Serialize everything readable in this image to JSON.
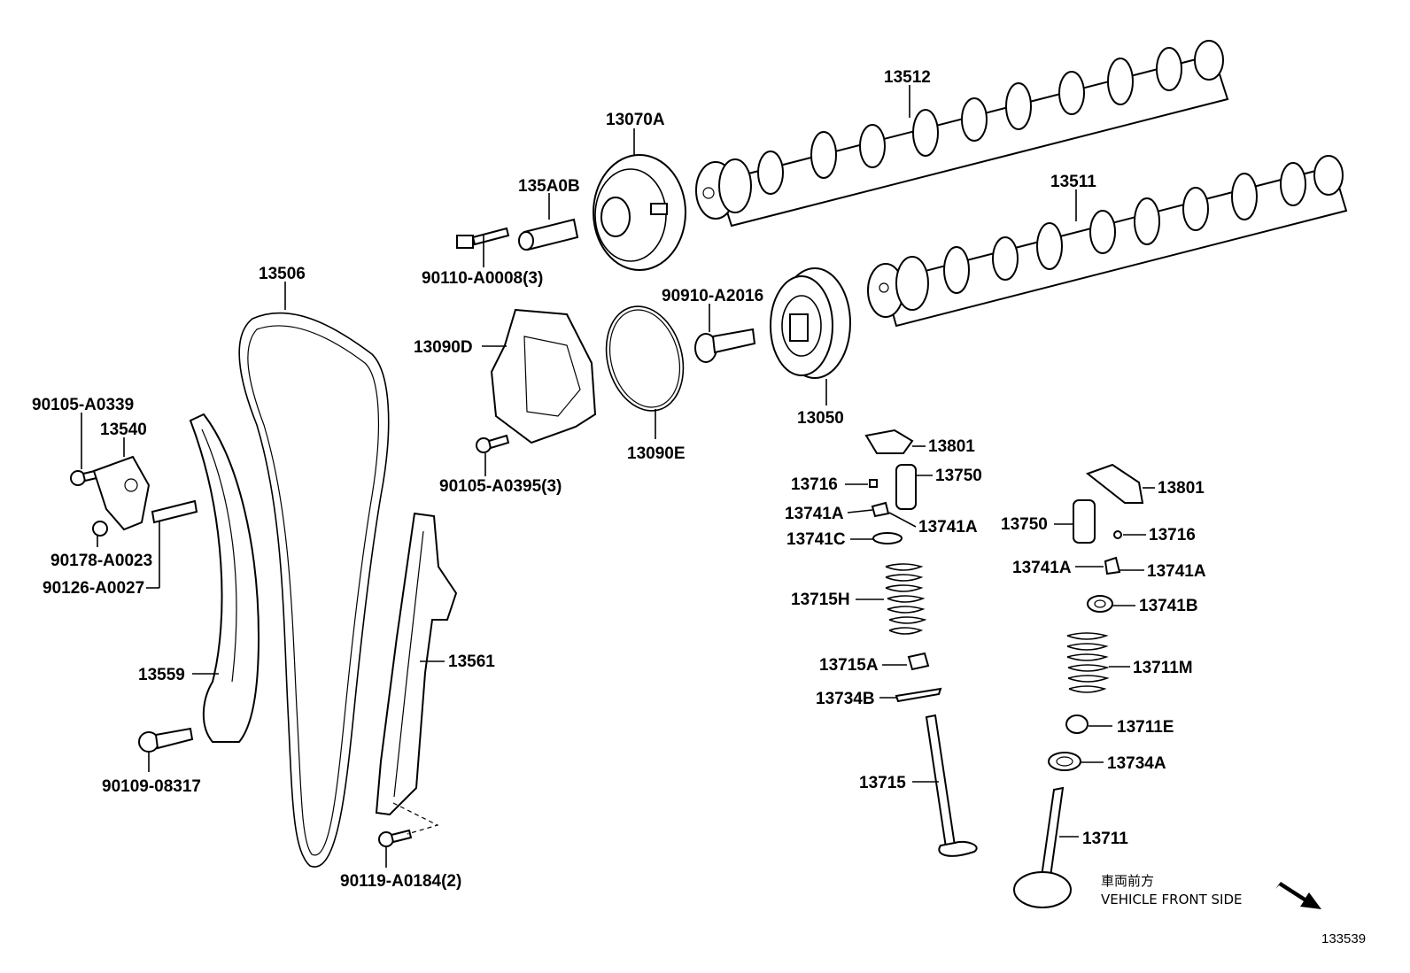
{
  "labels": {
    "l_13512": "13512",
    "l_13511": "13511",
    "l_13070A": "13070A",
    "l_135A0B": "135A0B",
    "l_90110": "90110-A0008(3)",
    "l_13506": "13506",
    "l_90910": "90910-A2016",
    "l_13090D": "13090D",
    "l_13050": "13050",
    "l_13090E": "13090E",
    "l_90105a": "90105-A0339",
    "l_13540": "13540",
    "l_90105b": "90105-A0395(3)",
    "l_13801a": "13801",
    "l_13716a": "13716",
    "l_13750a": "13750",
    "l_13801b": "13801",
    "l_13741Aa": "13741A",
    "l_13741Ab": "13741A",
    "l_13750b": "13750",
    "l_13716b": "13716",
    "l_13741C": "13741C",
    "l_13741Ac": "13741A",
    "l_13741Ad": "13741A",
    "l_90178": "90178-A0023",
    "l_90126": "90126-A0027",
    "l_13715H": "13715H",
    "l_13741B": "13741B",
    "l_13561": "13561",
    "l_13711M": "13711M",
    "l_13715A": "13715A",
    "l_13559": "13559",
    "l_13734B": "13734B",
    "l_13711E": "13711E",
    "l_13734A": "13734A",
    "l_90109": "90109-08317",
    "l_13715": "13715",
    "l_13711": "13711",
    "l_90119": "90119-A0184(2)"
  },
  "direction": {
    "jp": "車両前方",
    "en": "VEHICLE FRONT SIDE"
  },
  "figure_number": "133539"
}
